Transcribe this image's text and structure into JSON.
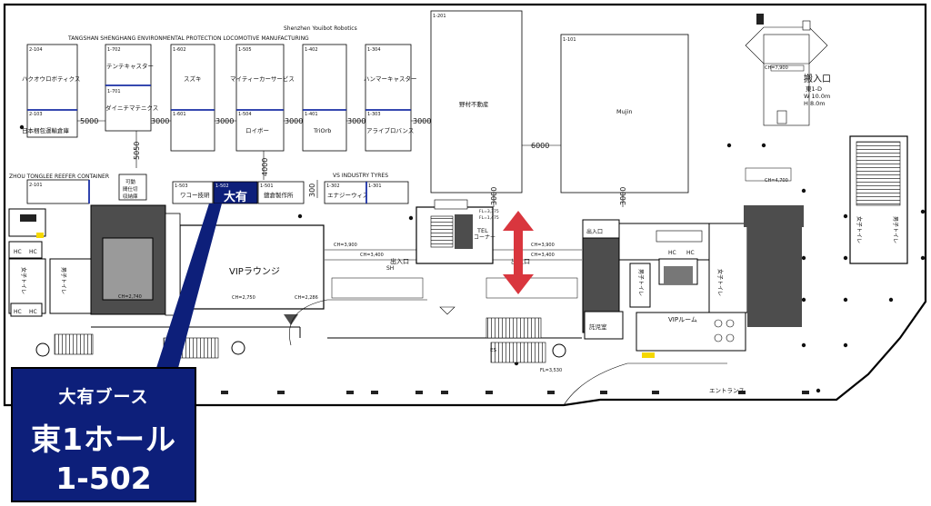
{
  "headers": {
    "shenzhen": "Shenzhen Youibot Robotics",
    "tangshan": "TANGSHAN SHENGHANG ENVIRONMENTAL PROTECTION LOCOMOTIVE MANUFACTURING",
    "zhou": "ZHOU TONGLEE REEFER CONTAINER",
    "vs": "VS INDUSTRY TYRES"
  },
  "booths": {
    "b2104": {
      "code": "2-104",
      "name": "ハクオウロボティクス"
    },
    "b2103": {
      "code": "2-103",
      "name": "日本梱包運輸倉庫"
    },
    "b1702": {
      "code": "1-702",
      "name": "テンテキャスター"
    },
    "b1701": {
      "code": "1-701",
      "name": "ダイニチマテニクス"
    },
    "b1602": {
      "code": "1-602",
      "name": "スズキ"
    },
    "b1601": {
      "code": "1-601",
      "name": ""
    },
    "b1505": {
      "code": "1-505",
      "name": "マイティーカーサービス"
    },
    "b1504": {
      "code": "1-504",
      "name": "ロイボー"
    },
    "b1402": {
      "code": "1-402",
      "name": ""
    },
    "b1401": {
      "code": "1-401",
      "name": "TriOrb"
    },
    "b1304": {
      "code": "1-304",
      "name": "ハンマーキャスター"
    },
    "b1303": {
      "code": "1-303",
      "name": "アライブロバンス"
    },
    "b1201": {
      "code": "1-201",
      "name": "野村不動産"
    },
    "b1101": {
      "code": "1-101",
      "name": "Mujin"
    },
    "b2101": {
      "code": "2-101",
      "name": ""
    },
    "b1503": {
      "code": "1-503",
      "name": "ワコー技研"
    },
    "b1502": {
      "code": "1-502",
      "name": "大有"
    },
    "b1501": {
      "code": "1-501",
      "name": "鍍倉製作所"
    },
    "b1302": {
      "code": "1-302",
      "name": "エナジーウィズ"
    },
    "b1301": {
      "code": "1-301",
      "name": ""
    }
  },
  "dimensions": {
    "d5000": "5000",
    "d3000": "3000",
    "d5050": "5050",
    "d4000": "4000",
    "d300": "300",
    "d6000": "6000"
  },
  "labels": {
    "kadou": "可動",
    "kadou2": "間仕切",
    "kadou3": "収納庫",
    "vip_lounge": "VIPラウンジ",
    "vip_room": "VIPルーム",
    "hc": "HC",
    "tel": "TEL",
    "corner": "コーナー",
    "deiriguchi": "出入口",
    "sh": "SH",
    "hannyu": "搬入口",
    "hannyu_east": "東1-D",
    "hannyu_w": "W 10.0m",
    "hannyu_h": "H 8.0m",
    "entrance": "エントランス",
    "takujishitsu": "託児室",
    "women_toilet": "女子トイレ",
    "men_toilet": "男子トイレ",
    "es": "ES",
    "ch1": "CH=3,900",
    "ch2": "CH=3,400",
    "ch3": "CH=2,750",
    "ch4": "CH=2,286",
    "ch5": "CH=2,740",
    "ch6": "CH=7,900",
    "ch7": "CH=4,700",
    "fl1": "FL=3,530",
    "fl2": "FL=1,475",
    "fl3": "FL=3,375"
  },
  "callout": {
    "line1": "大有ブース",
    "line2": "東1ホール",
    "line3": "1-502"
  },
  "colors": {
    "callout_bg": "#0d1f7a",
    "booth_highlight": "#0d1f7a",
    "arrow": "#d9363e",
    "dark_area": "#4d4d4d",
    "ring": "#3a7d3a"
  }
}
